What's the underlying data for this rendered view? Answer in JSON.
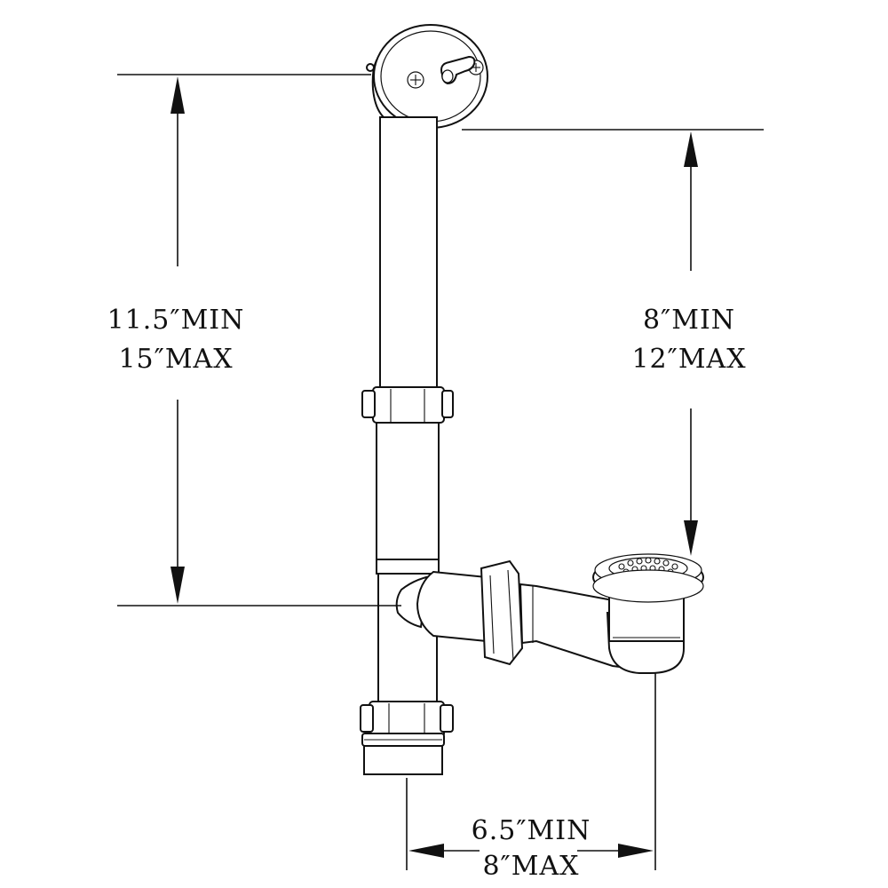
{
  "dimensions": {
    "overflow_height": {
      "min": "11.5″MIN",
      "max": "15″MAX"
    },
    "drain_height": {
      "min": "8″MIN",
      "max": "12″MAX"
    },
    "drain_offset": {
      "min": "6.5″MIN",
      "max": "8″MAX"
    }
  },
  "colors": {
    "line": "#111111",
    "background": "#ffffff"
  }
}
